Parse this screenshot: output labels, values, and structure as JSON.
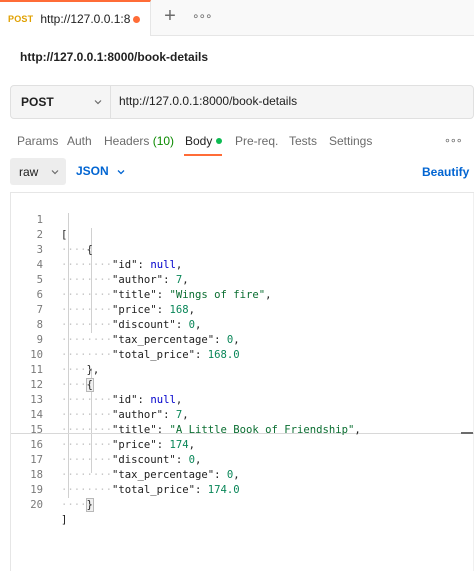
{
  "tab": {
    "method": "POST",
    "name": "http://127.0.0.1:8",
    "new_tab_icon": "plus-icon",
    "more_icon": "more-horizontal-icon"
  },
  "request": {
    "title": "http://127.0.0.1:8000/book-details",
    "method": "POST",
    "url": "http://127.0.0.1:8000/book-details"
  },
  "tabs": {
    "params": "Params",
    "auth": "Auth",
    "headers": "Headers",
    "headers_count": "(10)",
    "body": "Body",
    "prereq": "Pre-req.",
    "tests": "Tests",
    "settings": "Settings"
  },
  "body_bar": {
    "mode": "raw",
    "format": "JSON",
    "beautify": "Beautify"
  },
  "colors": {
    "accent": "#ff6c37",
    "link_blue": "#0265d2",
    "green": "#0cbb52",
    "method_post": "#e0a000"
  },
  "code_lines": [
    {
      "n": "1"
    },
    {
      "n": "2"
    },
    {
      "n": "3"
    },
    {
      "n": "4"
    },
    {
      "n": "5"
    },
    {
      "n": "6"
    },
    {
      "n": "7"
    },
    {
      "n": "8"
    },
    {
      "n": "9"
    },
    {
      "n": "10"
    },
    {
      "n": "11"
    },
    {
      "n": "12"
    },
    {
      "n": "13"
    },
    {
      "n": "14"
    },
    {
      "n": "15"
    },
    {
      "n": "16"
    },
    {
      "n": "17"
    },
    {
      "n": "18"
    },
    {
      "n": "19"
    },
    {
      "n": "20"
    }
  ],
  "books": [
    {
      "id": "null",
      "author": "7",
      "title": "\"Wings of fire\"",
      "price": "168",
      "discount": "0",
      "tax_percentage": "0",
      "total_price": "168.0"
    },
    {
      "id": "null",
      "author": "7",
      "title": "\"A Little Book of Friendship\"",
      "price": "174",
      "discount": "0",
      "tax_percentage": "0",
      "total_price": "174.0"
    }
  ]
}
